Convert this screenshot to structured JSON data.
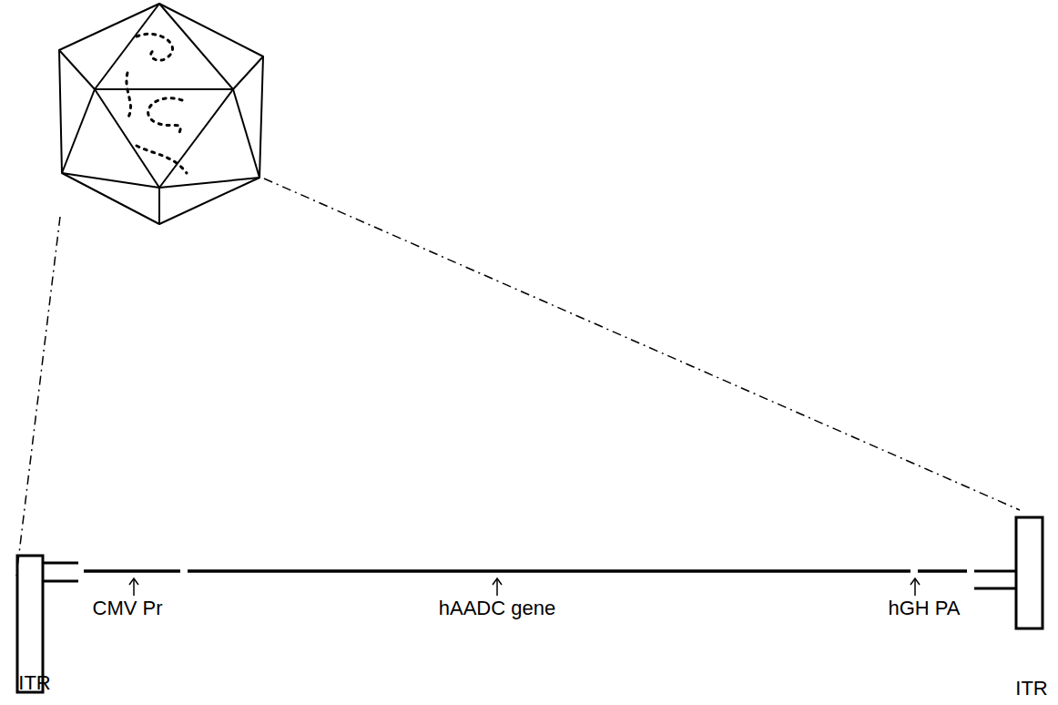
{
  "diagram": {
    "labels": [
      "CMV Pr",
      "hAADC gene",
      "hGH PA",
      "ITR",
      "ITR"
    ]
  }
}
